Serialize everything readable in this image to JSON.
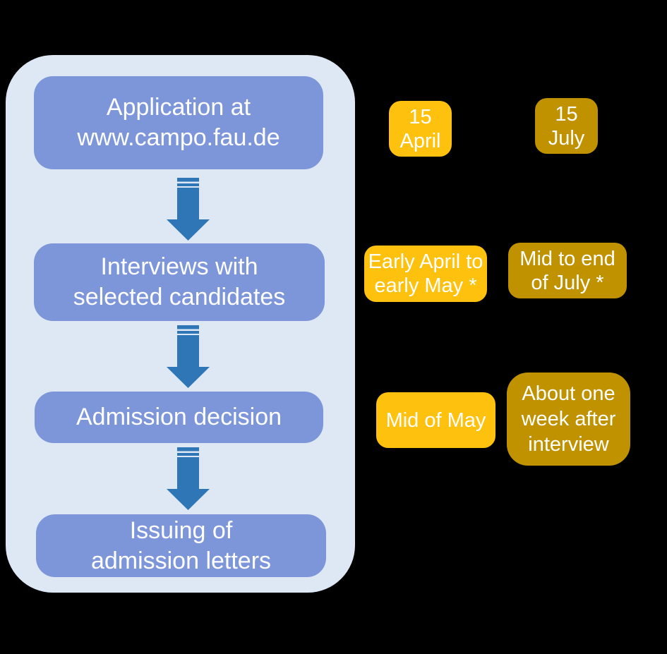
{
  "colors": {
    "background": "#000000",
    "panel": "#DEE8F5",
    "step_box": "#7D95D9",
    "arrow": "#2E76B6",
    "badge_yellow": "#FEC10E",
    "badge_gold": "#C19200",
    "text": "#FFFFFF"
  },
  "process": {
    "steps": [
      {
        "lines": [
          "Application at",
          "www.campo.fau.de"
        ]
      },
      {
        "lines": [
          "Interviews with",
          "selected candidates"
        ]
      },
      {
        "lines": [
          "Admission decision"
        ]
      },
      {
        "lines": [
          "Issuing of",
          "admission letters"
        ]
      }
    ]
  },
  "timeline": {
    "yellow_column": [
      {
        "lines": [
          "15",
          "April"
        ]
      },
      {
        "lines": [
          "Early April to",
          "early May *"
        ]
      },
      {
        "lines": [
          "Mid of May"
        ]
      }
    ],
    "gold_column": [
      {
        "lines": [
          "15",
          "July"
        ]
      },
      {
        "lines": [
          "Mid to end",
          "of July *"
        ]
      },
      {
        "lines": [
          "About one",
          "week after",
          "interview"
        ]
      }
    ]
  }
}
